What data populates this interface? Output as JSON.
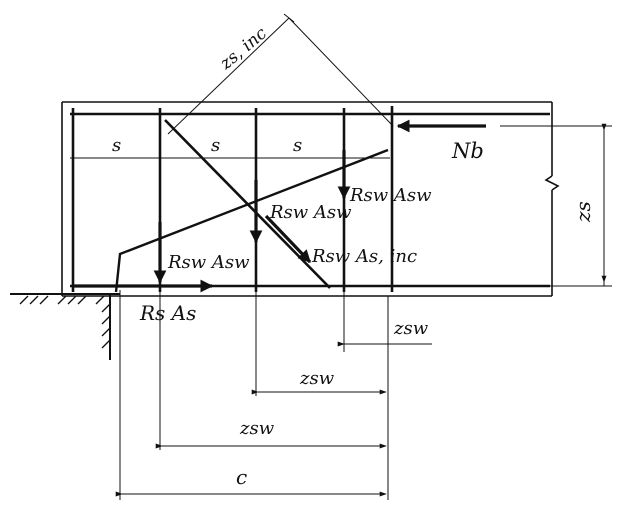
{
  "labels": {
    "z_s_inc": "zs, inc",
    "s1": "s",
    "s2": "s",
    "s3": "s",
    "N_b": "Nb",
    "z_s": "zs",
    "Rsw_Asw_right": "Rsw Asw",
    "Rsw_Asw_mid": "Rsw Asw",
    "Rsw_Asw_left": "Rsw Asw",
    "Rsw_As_inc": "Rsw As, inc",
    "Rs_As": "Rs As",
    "z_sw_1": "zsw",
    "z_sw_2": "zsw",
    "z_sw_3": "zsw",
    "c": "c"
  },
  "colors": {
    "ink": "#111111",
    "background": "#ffffff"
  }
}
